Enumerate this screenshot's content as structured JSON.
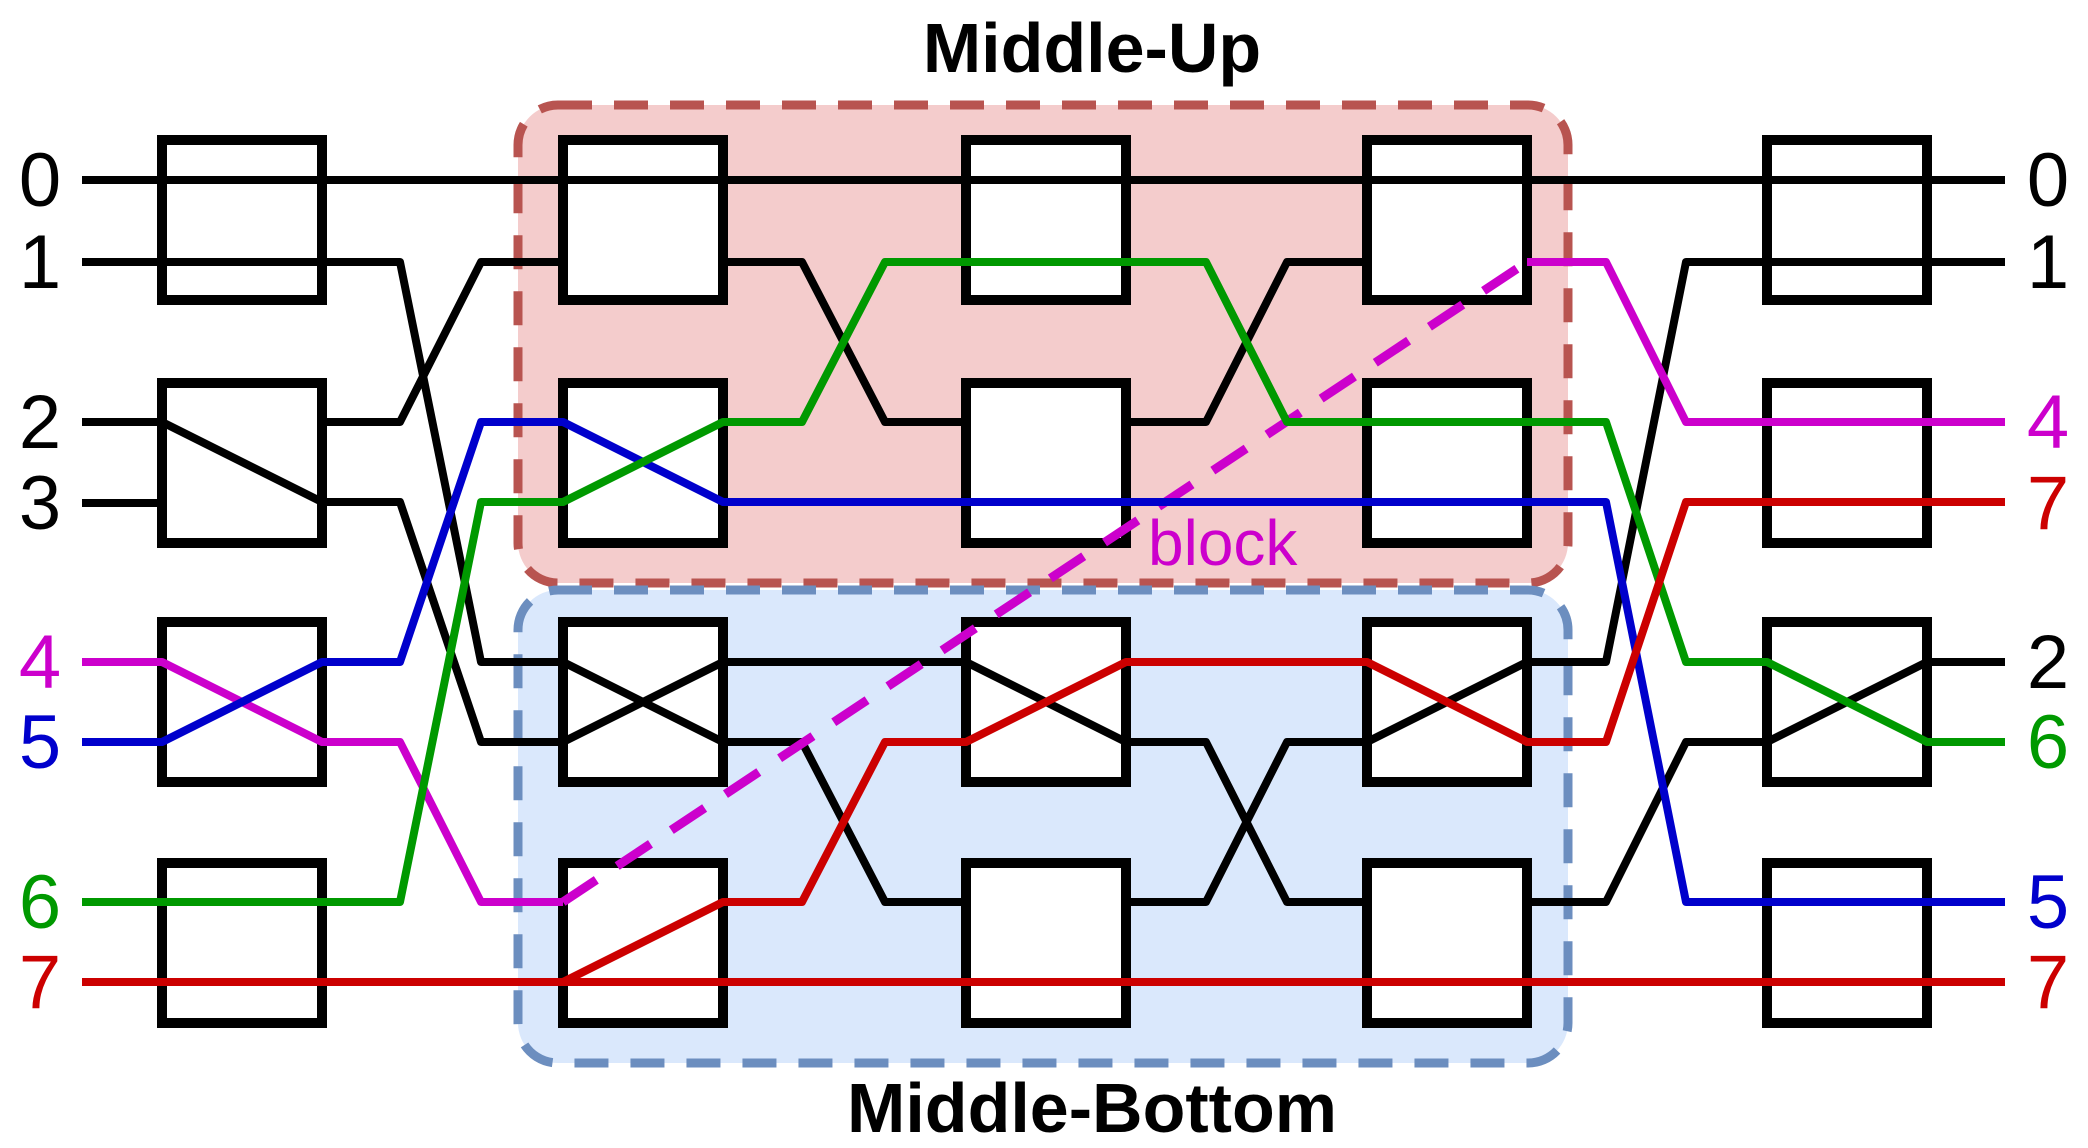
{
  "regions": {
    "upper_title": "Middle-Up",
    "lower_title": "Middle-Bottom",
    "upper_fill": "#f4cccc",
    "upper_border": "#b85450",
    "lower_fill": "#dae8fc",
    "lower_border": "#6c8ebf"
  },
  "block_label": "block",
  "colors": {
    "black": "#000000",
    "magenta": "#cc00cc",
    "blue": "#0000cc",
    "green": "#009900",
    "red": "#cc0000"
  },
  "inputs": [
    {
      "label": "0",
      "color": "#000000"
    },
    {
      "label": "1",
      "color": "#000000"
    },
    {
      "label": "2",
      "color": "#000000"
    },
    {
      "label": "3",
      "color": "#000000"
    },
    {
      "label": "4",
      "color": "#cc00cc"
    },
    {
      "label": "5",
      "color": "#0000cc"
    },
    {
      "label": "6",
      "color": "#009900"
    },
    {
      "label": "7",
      "color": "#cc0000"
    }
  ],
  "outputs": [
    {
      "label": "0",
      "color": "#000000"
    },
    {
      "label": "1",
      "color": "#000000"
    },
    {
      "label": "4",
      "color": "#cc00cc"
    },
    {
      "label": "7",
      "color": "#cc0000"
    },
    {
      "label": "2",
      "color": "#000000"
    },
    {
      "label": "6",
      "color": "#009900"
    },
    {
      "label": "5",
      "color": "#0000cc"
    },
    {
      "label": "7",
      "color": "#cc0000"
    }
  ],
  "switch_states": {
    "stage1": [
      "bar",
      "cross-down",
      "cross",
      "bar"
    ],
    "stage2": [
      "bar",
      "cross",
      "cross",
      "bar"
    ],
    "stage3": [
      "bar",
      "bar",
      "cross",
      "bar"
    ],
    "stage4": [
      "bar",
      "bar",
      "cross",
      "bar"
    ],
    "stage5": [
      "bar",
      "bar",
      "cross",
      "bar"
    ]
  }
}
